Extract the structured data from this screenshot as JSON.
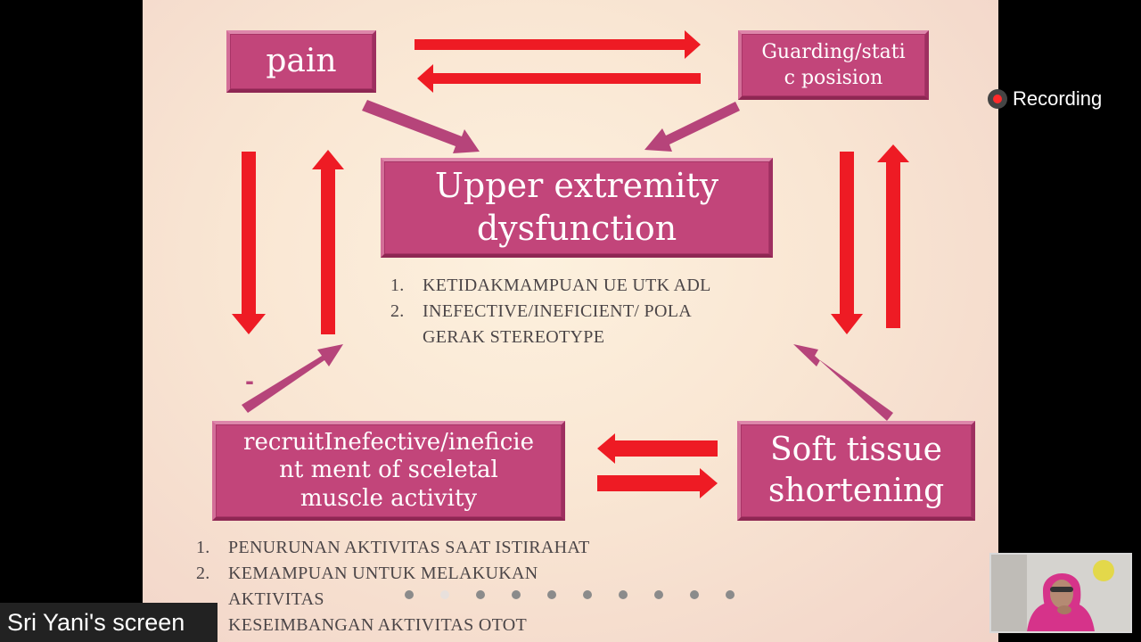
{
  "slide": {
    "boxes": {
      "pain": "pain",
      "guarding_line1": "Guarding/stati",
      "guarding_line2": "c posision",
      "upper_line1": "Upper extremity",
      "upper_line2": "dysfunction",
      "recruit_line1": "recruitInefective/ineficie",
      "recruit_line2": "nt ment of sceletal",
      "recruit_line3": "muscle activity",
      "soft_line1": "Soft tissue",
      "soft_line2": "shortening"
    },
    "dash": "-",
    "upper_list": [
      {
        "num": "1.",
        "text": "KETIDAKMAMPUAN UE UTK ADL"
      },
      {
        "num": "2.",
        "text": "INEFECTIVE/INEFICIENT/ POLA"
      },
      {
        "num": "",
        "text": "GERAK STEREOTYPE"
      }
    ],
    "lower_list": [
      {
        "num": "1.",
        "text": "PENURUNAN AKTIVITAS SAAT ISTIRAHAT"
      },
      {
        "num": "2.",
        "text": "KEMAMPUAN UNTUK MELAKUKAN"
      },
      {
        "num": "",
        "text": "AKTIVITAS"
      },
      {
        "num": "",
        "text": "KESEIMBANGAN AKTIVITAS OTOT"
      }
    ]
  },
  "overlay": {
    "recording_label": "Recording",
    "screen_share_label": "Sri Yani's screen"
  },
  "colors": {
    "box": "#c2457a",
    "arrow_red": "#ee1b24",
    "arrow_pink": "#b6447a"
  },
  "icons": {
    "recording": "recording-dot-icon"
  }
}
